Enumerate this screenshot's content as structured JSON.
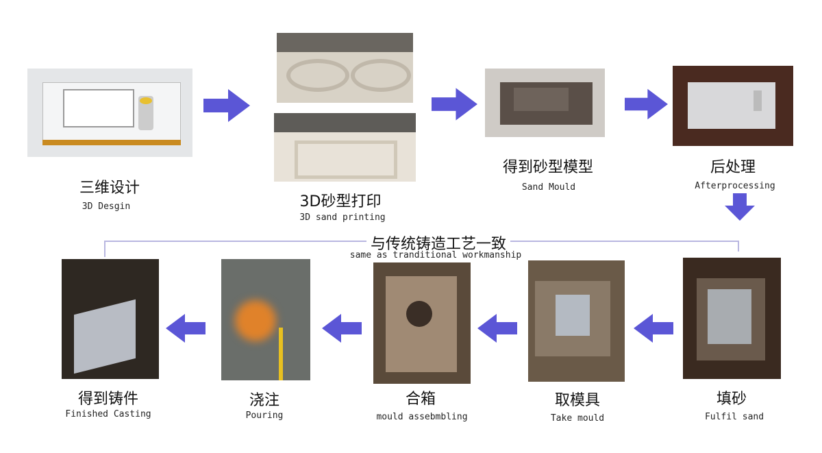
{
  "colors": {
    "arrow": "#5b56d6",
    "bracket": "#b8b6e0"
  },
  "steps": [
    {
      "cn": "三维设计",
      "en": "3D Desgin"
    },
    {
      "cn": "3D砂型打印",
      "en": "3D sand printing"
    },
    {
      "cn": "得到砂型模型",
      "en": "Sand Mould"
    },
    {
      "cn": "后处理",
      "en": "Afterprocessing"
    },
    {
      "cn": "填砂",
      "en": "Fulfil sand"
    },
    {
      "cn": "取模具",
      "en": "Take mould"
    },
    {
      "cn": "合箱",
      "en": "mould assebmbling"
    },
    {
      "cn": "浇注",
      "en": "Pouring"
    },
    {
      "cn": "得到铸件",
      "en": "Finished Casting"
    }
  ],
  "bracket": {
    "cn": "与传统铸造工艺一致",
    "en": "same as tranditional workmanship"
  }
}
